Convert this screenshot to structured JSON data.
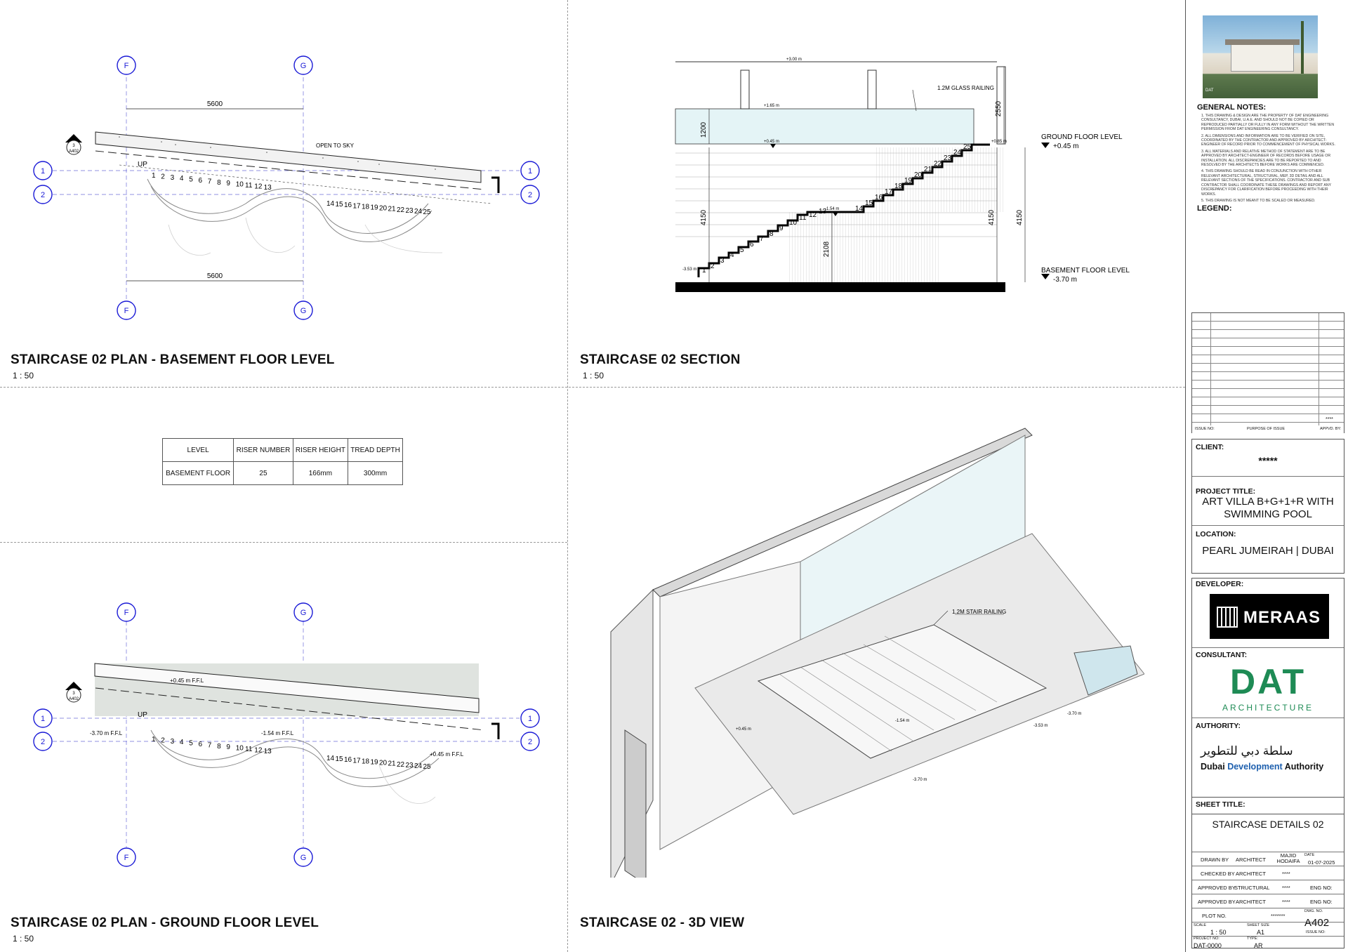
{
  "views": {
    "plan_basement": {
      "title": "STAIRCASE 02 PLAN - BASEMENT FLOOR LEVEL",
      "scale": "1 : 50",
      "grid_top": [
        "F",
        "G"
      ],
      "grid_side": [
        "1",
        "2"
      ],
      "dimension": "5600",
      "label_open": "OPEN TO SKY",
      "label_up": "UP",
      "section_mark_num": "3",
      "section_mark_ref": "A402",
      "riser_numbers": [
        "1",
        "2",
        "3",
        "4",
        "5",
        "6",
        "7",
        "8",
        "9",
        "10",
        "11",
        "12",
        "13",
        "14",
        "15",
        "16",
        "17",
        "18",
        "19",
        "20",
        "21",
        "22",
        "23",
        "24",
        "25"
      ]
    },
    "section": {
      "title": "STAIRCASE 02 SECTION",
      "scale": "1 : 50",
      "level_top": "+3.00 m",
      "level_rail": "+1.65 m",
      "level_mid": "+0.45 m",
      "level_land": "-1.54 m",
      "level_bot": "-3.53 m",
      "level_small": "+0.85 m",
      "railing": "1.2M GLASS RAILING",
      "gf_level": "GROUND FLOOR LEVEL",
      "gf_value": "+0.45 m",
      "bf_level": "BASEMENT FLOOR LEVEL",
      "bf_value": "-3.70 m",
      "dim_1200": "1200",
      "dim_2550": "2550",
      "dim_4150": "4150",
      "dim_2108": "2108"
    },
    "plan_ground": {
      "title": "STAIRCASE 02 PLAN - GROUND FLOOR LEVEL",
      "scale": "1 : 50",
      "level_ffl": "+0.45 m F.F.L",
      "level_bfl": "-3.70 m F.F.L",
      "level_land": "-1.54 m F.F.L",
      "level_end": "+0.45 m F.F.L"
    },
    "view_3d": {
      "title": "STAIRCASE 02 - 3D VIEW",
      "railing": "1.2M STAIR RAILING",
      "lv_045": "+0.45 m",
      "lv_154": "-1.54 m",
      "lv_370": "-3.70 m",
      "lv_353": "-3.53 m",
      "lv_370b": "-3.70 m"
    }
  },
  "stair_table": {
    "headers": [
      "LEVEL",
      "RISER NUMBER",
      "RISER HEIGHT",
      "TREAD DEPTH"
    ],
    "row": [
      "BASEMENT FLOOR",
      "25",
      "166mm",
      "300mm"
    ]
  },
  "title_block": {
    "photo_caption": "DAT",
    "general_notes_title": "GENERAL NOTES:",
    "notes": [
      "1. THIS DRAWING & DESIGN ARE THE PROPERTY OF DAT ENGINEERING CONSULTANCY, DUBAI, U.A.E. AND SHOULD NOT BE COPIED OR REPRODUCED PARTIALLY OR FULLY IN ANY FORM WITHOUT THE WRITTEN PERMISSION FROM DAT ENGINEERING CONSULTANCY.",
      "2. ALL DIMENSIONS AND INFORMATION ARE TO BE VERIFIED ON SITE, COORDINATED BY THE CONTRACTOR AND APPROVED BY ARCHITECT-ENGINEER OF RECORD PRIOR TO COMMENCEMENT OF PHYSICAL WORKS.",
      "3. ALL MATERIALS AND RELATIVE METHOD OF STATEMENT ARE TO BE APPROVED BY ARCHITECT-ENGINEER OF RECORDS BEFORE USAGE OR INSTALLATION. ALL DISCREPANCIES ARE TO BE REPORTED TO AND RESOLVED BY THE ARCHITECTS BEFORE WORKS ARE COMMENCED.",
      "4. THIS DRAWING SHOULD BE READ IN CONJUNCTION WITH OTHER RELEVANT ARCHITECTURAL, STRUCTURAL, MEP, 3D DETAIL AND ALL RELEVANT SECTIONS OF THE SPECIFICATIONS. CONTRACTOR AND SUB CONTRACTOR SHALL COORDINATE THESE DRAWINGS AND REPORT ANY DISCREPANCY FOR CLARIFICATION BEFORE PROCEEDING WITH THEIR WORKS.",
      "5. THIS DRAWING IS NOT MEANT TO BE SCALED OR MEASURED."
    ],
    "legend_title": "LEGEND:",
    "issue_stars": "****",
    "issue_headers": [
      "ISSUE NO:",
      "PURPOSE OF ISSUE",
      "APPVD. BY:"
    ],
    "client_label": "CLIENT:",
    "client_value": "*****",
    "project_label": "PROJECT TITLE:",
    "project_value": "ART VILLA B+G+1+R WITH SWIMMING POOL",
    "location_label": "LOCATION:",
    "location_value": "PEARL JUMEIRAH | DUBAI",
    "developer_label": "DEVELOPER:",
    "developer_logo": "MERAAS",
    "consultant_label": "CONSULTANT:",
    "consultant_logo": "DAT",
    "consultant_sub": "ARCHITECTURE",
    "authority_label": "AUTHORITY:",
    "authority_arabic": "سلطة دبي للتطوير",
    "authority_en_1": "Dubai ",
    "authority_en_2": "Development",
    "authority_en_3": " Authority",
    "sheet_label": "SHEET TITLE:",
    "sheet_value": "STAIRCASE DETAILS 02",
    "drawn_by": "DRAWN BY",
    "drawn_role": "ARCHITECT",
    "drawn_name": "MAJID HODAIFA",
    "date_label": "DATE",
    "date_value": "01-07-2025",
    "checked_by": "CHECKED BY",
    "checked_role": "ARCHITECT",
    "checked_name": "****",
    "approved1": "APPROVED BY",
    "approved1_role": "STRUCTURAL",
    "approved1_name": "****",
    "eng_no": "ENG NO:",
    "approved2": "APPROVED BY",
    "approved2_role": "ARCHITECT",
    "approved2_name": "****",
    "plot_no": "PLOT NO.",
    "plot_value": "*******",
    "dwg_label": "DWG. NO.",
    "dwg_value": "A402",
    "scale_label": "SCALE",
    "scale_value": "1 : 50",
    "sheet_size_label": "SHEET SIZE",
    "sheet_size_value": "A1",
    "issue_no_label": "ISSUE NO:",
    "project_no_label": "PROJECT NO:",
    "project_no_value": "DAT-0000",
    "type_label": "TYPE:",
    "type_value": "AR"
  }
}
